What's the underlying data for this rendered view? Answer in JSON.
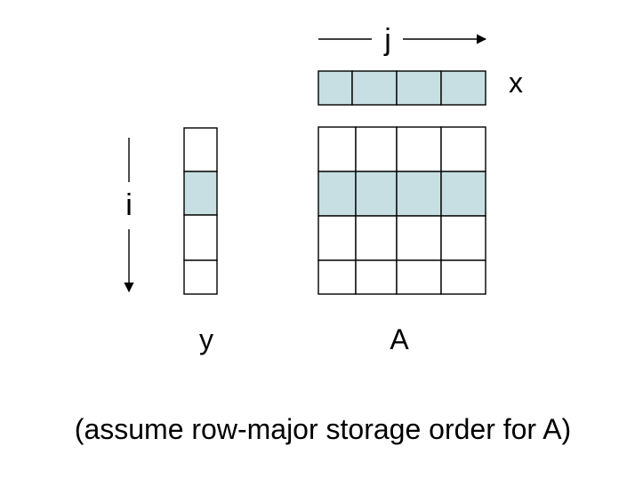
{
  "diagram": {
    "labels": {
      "j": "j",
      "i": "i",
      "x": "x",
      "y": "y",
      "A": "A"
    },
    "caption": "(assume row-major storage order for A)",
    "matrix_A": {
      "rows": 4,
      "cols": 4,
      "highlighted_row": 2
    },
    "vector_x": {
      "cells": 4,
      "highlighted": "all"
    },
    "vector_y": {
      "cells": 4,
      "highlighted_cell": 2
    },
    "colors": {
      "highlight": "#c7dfe2",
      "stroke": "#000000",
      "background": "#ffffff"
    }
  }
}
